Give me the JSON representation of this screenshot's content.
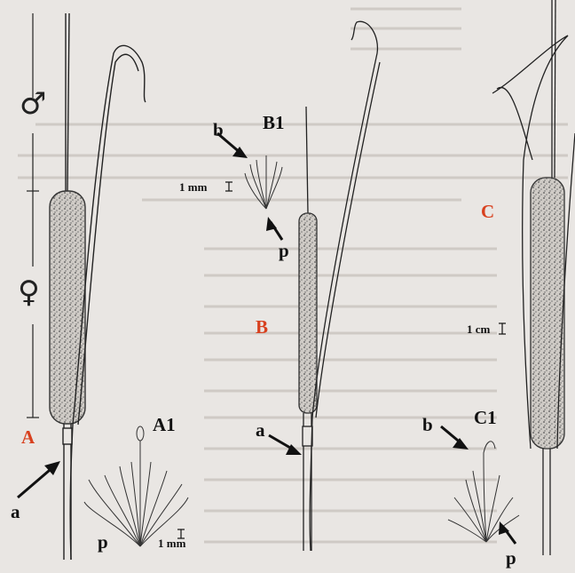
{
  "figure": {
    "panels": [
      {
        "id": "A",
        "label": "A",
        "inset_label": "A1"
      },
      {
        "id": "B",
        "label": "B",
        "inset_label": "B1"
      },
      {
        "id": "C",
        "label": "C",
        "inset_label": "C1"
      }
    ],
    "part_labels": {
      "a": "a",
      "b": "b",
      "p": "p"
    },
    "scale_bars": {
      "A1": "1 mm",
      "B1": "1 mm",
      "C": "1 cm"
    },
    "symbols": {
      "male": "♂",
      "female": "♀"
    }
  },
  "colors": {
    "background": "#e9e6e3",
    "ink": "#222222",
    "panel_label": "#d8411f"
  }
}
